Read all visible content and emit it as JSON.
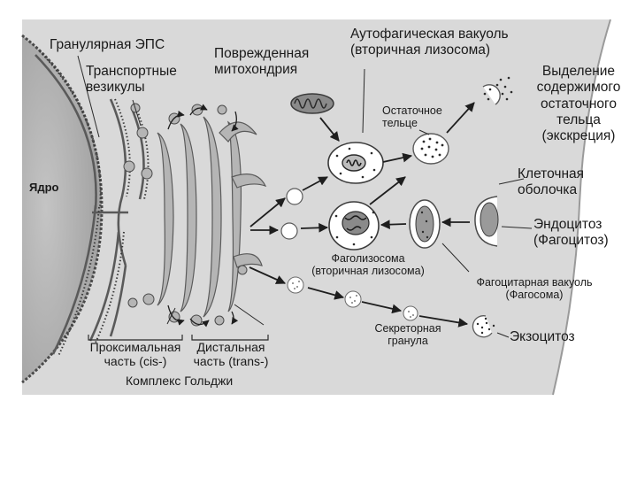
{
  "labels": {
    "nucleus": "Ядро",
    "granular_er": "Гранулярная ЭПС",
    "transport_vesicles": [
      "Транспортные",
      "везикулы"
    ],
    "damaged_mitochondrion": [
      "Поврежденная",
      "митохондрия"
    ],
    "autophagic_vacuole": [
      "Аутофагическая вакуоль",
      "(вторичная лизосома)"
    ],
    "residual_body": [
      "Остаточное",
      "тельце"
    ],
    "excretion": [
      "Выделение",
      "содержимого",
      "остаточного",
      "тельца",
      "(экскреция)"
    ],
    "cell_membrane": [
      "Клеточная",
      "оболочка"
    ],
    "endocytosis": [
      "Эндоцитоз",
      "(Фагоцитоз)"
    ],
    "phagolysosome": [
      "Фаголизосома",
      "(вторичная лизосома)"
    ],
    "phagocytic_vacuole": [
      "Фагоцитарная вакуоль",
      "(Фагосома)"
    ],
    "secretory_granule": [
      "Секреторная",
      "гранула"
    ],
    "exocytosis": "Экзоцитоз",
    "proximal_part": [
      "Проксимальная",
      "часть  (cis-)"
    ],
    "distal_part": [
      "Дистальная",
      "часть (trans-)"
    ],
    "golgi_complex": "Комплекс Гольджи"
  },
  "colors": {
    "cytoplasm": "#d9d9d9",
    "nucleus": "#a9a9a9",
    "membrane": "#4a4a4a",
    "organelle_fill": "#b5b5b5",
    "vesicle_fill": "#ffffff",
    "arrow": "#1e1e1e"
  }
}
